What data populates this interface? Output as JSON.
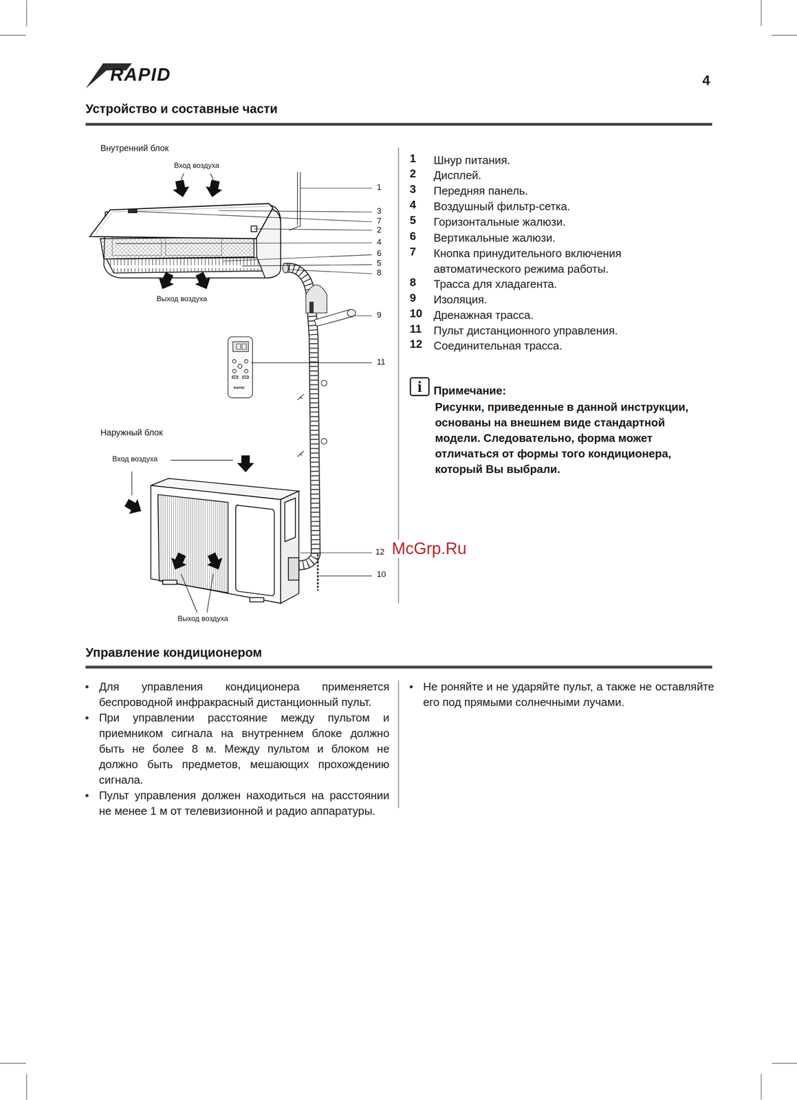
{
  "diagram": {
    "nodes": [
      {
        "text": [
          "i"
        ]
      }
    ],
    "labels": [
      "RAPID",
      "4",
      "Устройство и составные части",
      "Внутренний блок",
      "Вход воздуха",
      "Выход воздуха",
      "1",
      "3",
      "7",
      "2",
      "4",
      "6",
      "5",
      "8",
      "9",
      "11",
      "RAPID",
      "Наружный блок",
      "Вход воздуха",
      "12",
      "10",
      "Выход воздуха",
      "1",
      "Шнур питания.",
      "2",
      "Дисплей.",
      "3",
      "Передняя панель.",
      "4",
      "Воздушный фильтр-сетка.",
      "5",
      "Горизонтальные жалюзи.",
      "6",
      "Вертикальные жалюзи.",
      "7",
      "Кнопка принудительного включения автоматического режима работы.",
      "8",
      "Трасса для хладагента.",
      "9",
      "Изоляция.",
      "10",
      "Дренажная трасса.",
      "11",
      "Пульт дистанционного управления.",
      "12",
      "Соединительная трасса.",
      "Примечание:",
      "Рисунки, приведенные в данной инструкции, основаны на внешнем виде стандартной модели. Следовательно, форма может отличаться от формы того кондиционера, который Вы выбрали.",
      "McGrp.Ru",
      "Управление кондиционером",
      "Для управления кондиционера применяется беспроводной инфракрасный дистанционный пульт.",
      "При управлении расстояние между пультом и приемником сигнала на внутреннем блоке должно быть не более 8 м. Между пультом и блоком не должно быть предметов, мешающих прохождению сигнала.",
      "Пульт управления должен находиться на расстоянии не менее 1 м от телевизионной и радио аппаратуры.",
      "Не роняйте и не ударяйте пульт, а также не оставляйте его под прямыми солнечными лучами."
    ]
  }
}
